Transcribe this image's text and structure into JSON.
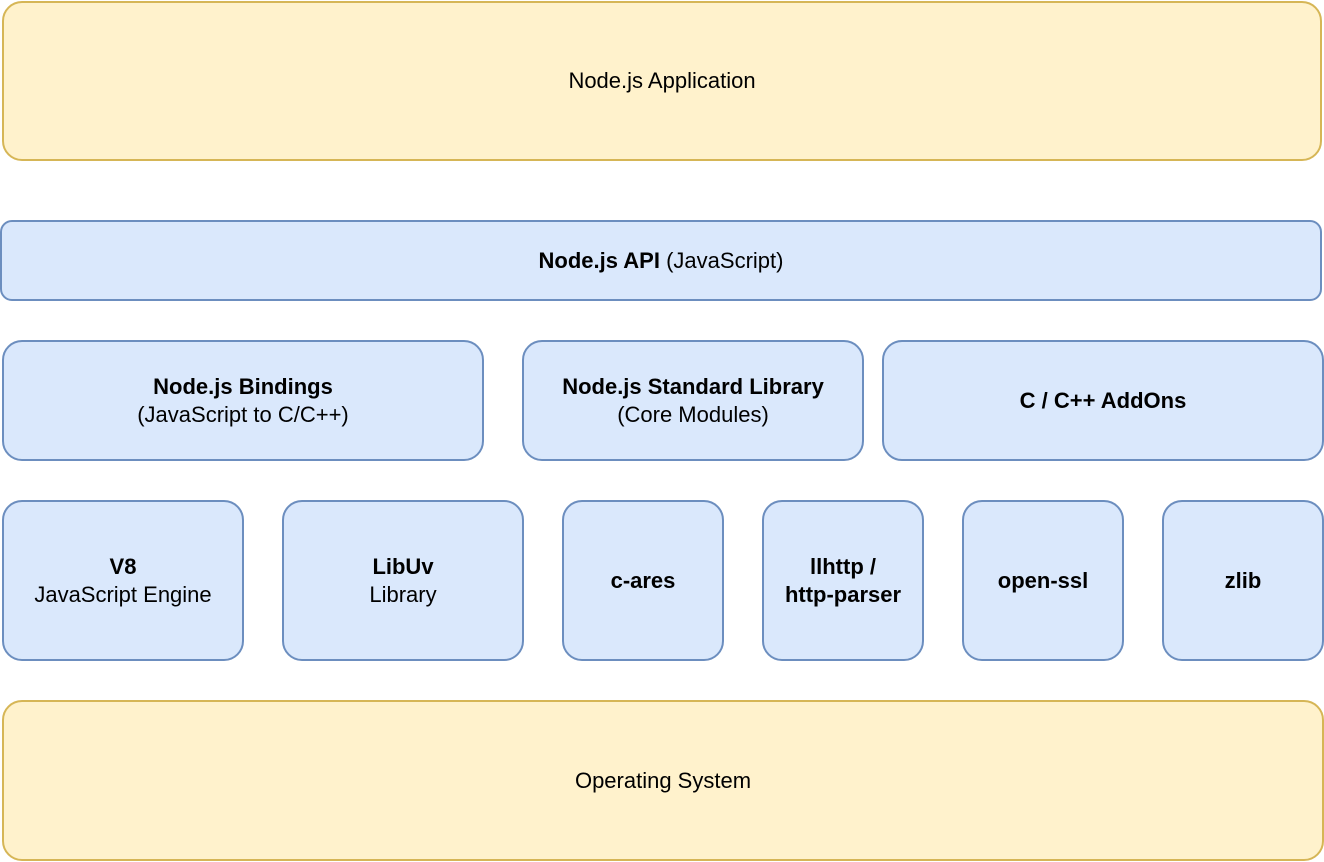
{
  "application": {
    "label": "Node.js Application"
  },
  "api": {
    "title": "Node.js API",
    "subtitle": "(JavaScript)"
  },
  "middle": {
    "bindings": {
      "title": "Node.js Bindings",
      "subtitle": "(JavaScript to C/C++)"
    },
    "standard_library": {
      "title": "Node.js Standard Library",
      "subtitle": "(Core Modules)"
    },
    "addons": {
      "title": "C / C++ AddOns"
    }
  },
  "dependencies": {
    "v8": {
      "title": "V8",
      "subtitle": "JavaScript Engine"
    },
    "libuv": {
      "title": "LibUv",
      "subtitle": "Library"
    },
    "cares": {
      "title": "c-ares"
    },
    "llhttp": {
      "line1": "llhttp /",
      "line2": "http-parser"
    },
    "openssl": {
      "title": "open-ssl"
    },
    "zlib": {
      "title": "zlib"
    }
  },
  "os": {
    "label": "Operating System"
  },
  "colors": {
    "yellow_fill": "#fff2cc",
    "yellow_stroke": "#d6b656",
    "blue_fill": "#dae8fc",
    "blue_stroke": "#6c8ebf"
  }
}
